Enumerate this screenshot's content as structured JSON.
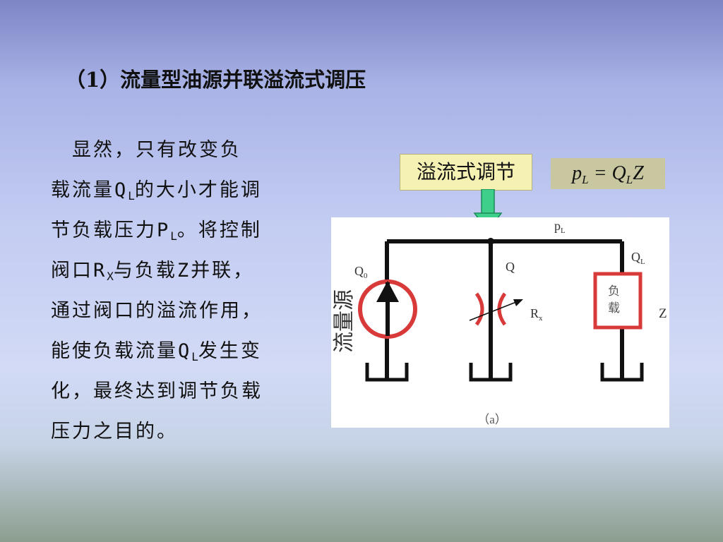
{
  "slide": {
    "title": "（1）流量型油源并联溢流式调压",
    "body_lines": [
      {
        "parts": [
          {
            "t": "　显然，只有改变负"
          }
        ]
      },
      {
        "parts": [
          {
            "t": "载流量Q"
          },
          {
            "sub": "L"
          },
          {
            "t": "的大小才能调"
          }
        ]
      },
      {
        "parts": [
          {
            "t": "节负载压力P"
          },
          {
            "sub": "L"
          },
          {
            "t": "。将控制"
          }
        ]
      },
      {
        "parts": [
          {
            "t": "阀口R"
          },
          {
            "sub": "X"
          },
          {
            "t": "与负载Z并联，"
          }
        ]
      },
      {
        "parts": [
          {
            "t": "通过阀口的溢流作用，"
          }
        ]
      },
      {
        "parts": [
          {
            "t": "能使负载流量Q"
          },
          {
            "sub": "L"
          },
          {
            "t": "发生变"
          }
        ]
      },
      {
        "parts": [
          {
            "t": "化，最终达到调节负载"
          }
        ]
      },
      {
        "parts": [
          {
            "t": "压力之目的。"
          }
        ]
      }
    ]
  },
  "label_box": "溢流式调节",
  "formula": {
    "p": "p",
    "p_sub": "L",
    "eq": " = ",
    "q": "Q",
    "q_sub": "L",
    "z": "Z"
  },
  "diagram": {
    "pL": "p",
    "pL_sub": "L",
    "Q0": "Q",
    "Q0_sub": "0",
    "Q": "Q",
    "QL": "Q",
    "QL_sub": "L",
    "Rx": "R",
    "Rx_sub": "x",
    "Z": "Z",
    "source_label": "流量源",
    "load_label_1": "负",
    "load_label_2": "载",
    "caption": "（a）"
  },
  "colors": {
    "accent_red": "#d83a3a",
    "arrow_green": "#3ed08a",
    "label_bg": "#f5f1b3",
    "formula_bg": "#c9c7a0"
  }
}
